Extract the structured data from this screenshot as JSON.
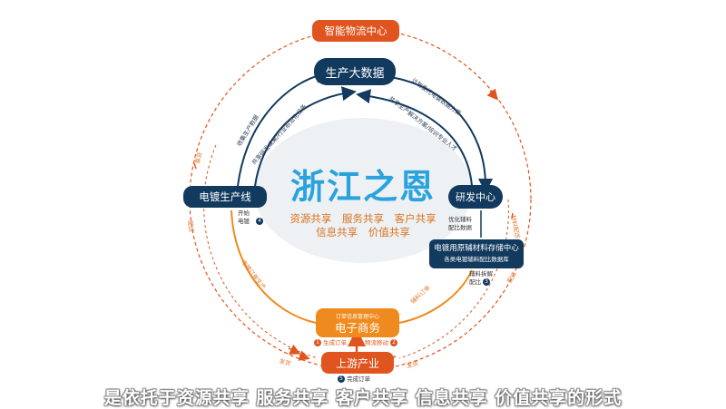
{
  "nodes": {
    "logistics": "智能物流中心",
    "bigdata": "生产大数据",
    "plating_line": "电镀生产线",
    "rnd": "研发中心",
    "storage": "电镀用原辅材料存储中心",
    "storage_sub": "各类电镀辅料配比数据库",
    "ecommerce_top": "订单信息管理中心",
    "ecommerce": "电子商务",
    "upstream": "上游产业"
  },
  "center": {
    "title": "浙江之恩",
    "line1": "资源共享 服务共享 客户共享",
    "line2": "信息共享 价值共享"
  },
  "labels": {
    "collect_data": "收集生产数据",
    "share_research": "共享研发成果/行业前沿化设备",
    "plan_info": "计划委托电镀数据方案",
    "share_plan": "共享生产解决方案/培训专业人才",
    "start_plating": "开始电镀",
    "optimize_1": "优化辅料",
    "optimize_2": "配比数据",
    "aux_1": "辅料拆解",
    "aux_2": "配比",
    "aux_order": "辅料订单",
    "electro_order": "电镀订单生产",
    "gen_order": "生成订单",
    "logistics_move": "物流移动",
    "complete_order": "完成订单",
    "ship_left": "发货",
    "ship_right": "发货",
    "deliver_left": "配送",
    "deliver_right": "配送",
    "stock_left": "备货",
    "stock_right": "材料配送"
  },
  "badges": {
    "b1": "1",
    "b2": "2",
    "b3": "3",
    "b4": "4",
    "b5": "5"
  },
  "caption": "是依托于资源共享 服务共享 客户共享 信息共享 价值共享的形式",
  "colors": {
    "navy": "#123a5e",
    "orange": "#e0541f",
    "amber": "#ef8a1e",
    "blue": "#2aa3dd"
  }
}
